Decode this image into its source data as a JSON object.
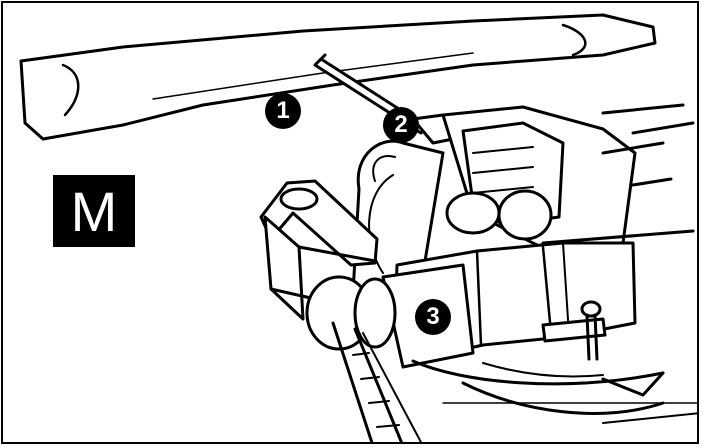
{
  "figure": {
    "label": "M",
    "callouts": [
      "1",
      "2",
      "3"
    ],
    "parts": [
      "mower-blade",
      "punch",
      "bench-vise"
    ]
  }
}
